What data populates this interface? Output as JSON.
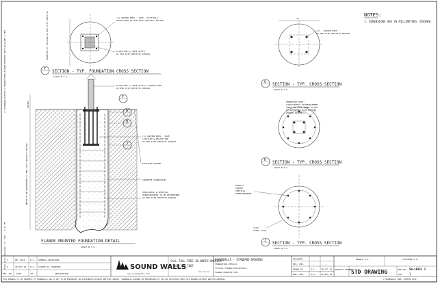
{
  "notes": {
    "heading": "NOTES:",
    "item1": "1.   DIMENSIONS ARE IN MILLIMETRES [INCHES]"
  },
  "side_text": {
    "left_vertical": "Z:\\SOUNDWALLS\\POST & FOUNDATIONS\\FLANGE MOUNTED POST\\SW-LEVEL 2 MOD",
    "file_stamp": "Stamp Date: December 17, 2014 - 2:21 PM"
  },
  "section_f": {
    "bubble": "F",
    "title": "SECTION - TYP. FOUNDATION CROSS SECTION",
    "scale": "SCALE N.T.S.",
    "note_rods": "(4) ANCHOR RODS - SIZE, LOCATION & PROJECTION AS PER SITE SPECIFIC DESIGN",
    "note_plate": "W SECTION w/ BASE PLATE AS PER SITE SPECIFIC DESIGN",
    "dim_label": "DIAMETER OF CAISSON AS PER SITE SPECIFIC"
  },
  "main_detail": {
    "title": "FLANGE MOUNTED FOUNDATION DETAIL",
    "scale": "SCALE N.T.S.",
    "note_w": "W SECTION w/ BASE PLATE & ANCHOR RODS AS PER SITE SPECIFIC DESIGN",
    "note_rods": "(4) ANCHOR RODS - SIZE, LOCATION & PROJECTION AS PER SITE SPECIFIC DESIGN",
    "note_ground": "EXISTING GROUND",
    "note_concrete": "CONCRETE FOUNDATION",
    "note_reinf": "HORIZONTAL & VERTICAL REINFORCEMENT TO BE DETERMINED AS PER SITE SPECIFIC DESIGN",
    "dim_top": "VARIES",
    "dim_depth": "DEPTH TO BE DETERMINED AS PER SITE SPECIFIC DESIGN",
    "bubble_f": "F",
    "bubble_g": "G",
    "bubble_h": "H",
    "bubble_j": "J"
  },
  "section_g": {
    "bubble": "G",
    "title": "SECTION - TYP. CROSS SECTION",
    "scale": "SCALE N.T.S.",
    "dim": "\"D\"",
    "note": "(4) - ANCHOR RODS AS PER SITE SPECIFIC DESIGN"
  },
  "section_h": {
    "bubble": "H",
    "title": "SECTION - TYP. CROSS SECTION",
    "scale": "SCALE N.T.S.",
    "note": "IMPORTANT NOTE: LONGITUDINAL REINFORCEMENT SHALL BE POSITIONED AS NOT TO INTERFERE WITH BOTTOM ANCHOR ASSEMBLY"
  },
  "section_j": {
    "bubble": "J",
    "title": "SECTION - TYP. CROSS SECTION",
    "scale": "SCALE N.T.S.",
    "note_spaced": "EQUALLY SPACED VERTICAL REINFORCEMENT",
    "note_cover": "75[3] COVER (TYP)"
  },
  "revisions": [
    {
      "rev": "1",
      "date": "DEC 2014",
      "by": "R.S.",
      "desc": "GENERAL REVISIONS"
    },
    {
      "rev": "0",
      "date": "20 NOV 10",
      "by": "R.S.",
      "desc": "ISSUED AS STANDARD"
    }
  ],
  "rev_header": {
    "rev": "REV. NO.",
    "date": "DATE",
    "by": "BY",
    "desc": "DESCRIPTION"
  },
  "company": {
    "logo": "SOUND WALLS",
    "website": "www.soundwalls.com",
    "call_line": "CALL TOLL FREE IN NORTH AMERICA",
    "phone": "1-866-221-7867",
    "web_short": "www.sw.ca"
  },
  "drawing_title": {
    "line1": "SOUNDWALLS - STANDARD DRAWING",
    "line2": "FOUNDATION DETAILS",
    "line3": "TYPICAL FOUNDATION DETAILS",
    "line4": "FLANGE MOUNTED POST"
  },
  "signoff": [
    {
      "label": "DESIGNED",
      "name": "-",
      "date": "-"
    },
    {
      "label": "DES. CHK.",
      "name": "-",
      "date": "-"
    },
    {
      "label": "DRAWN BY",
      "name": "R.S.",
      "date": "20 OCT 10"
    },
    {
      "label": "DWG. CHK.",
      "name": "R.W.",
      "date": "20 NOV 10"
    }
  ],
  "branch": {
    "label": "BRANCH P.O.",
    "value": "-"
  },
  "customer": {
    "label": "CUSTOMER P.O.",
    "value": "-"
  },
  "project": {
    "label": "PROJECT NUMBER",
    "value": "STD DRAWING"
  },
  "drawing_no": {
    "label1": "DWG NO.",
    "value1": "SW-LEVEL 2",
    "label2": "SHT",
    "value2": "1"
  },
  "footer_note": "THIS DRAWING IS THE PROPERTY OF SOUNDWALLS AND IS NOT TO BE REPRODUCED OR DISTRIBUTED WITHOUT WRITTEN CONSENT. SOUNDWALLS ASSUMES NO RESPONSIBILITY FOR ANY DEVIATION FROM THIS DRAWING WITHOUT WRITTEN APPROVAL.",
  "copyright": "© SOUNDWALLS CORP. LIMITED 2014"
}
